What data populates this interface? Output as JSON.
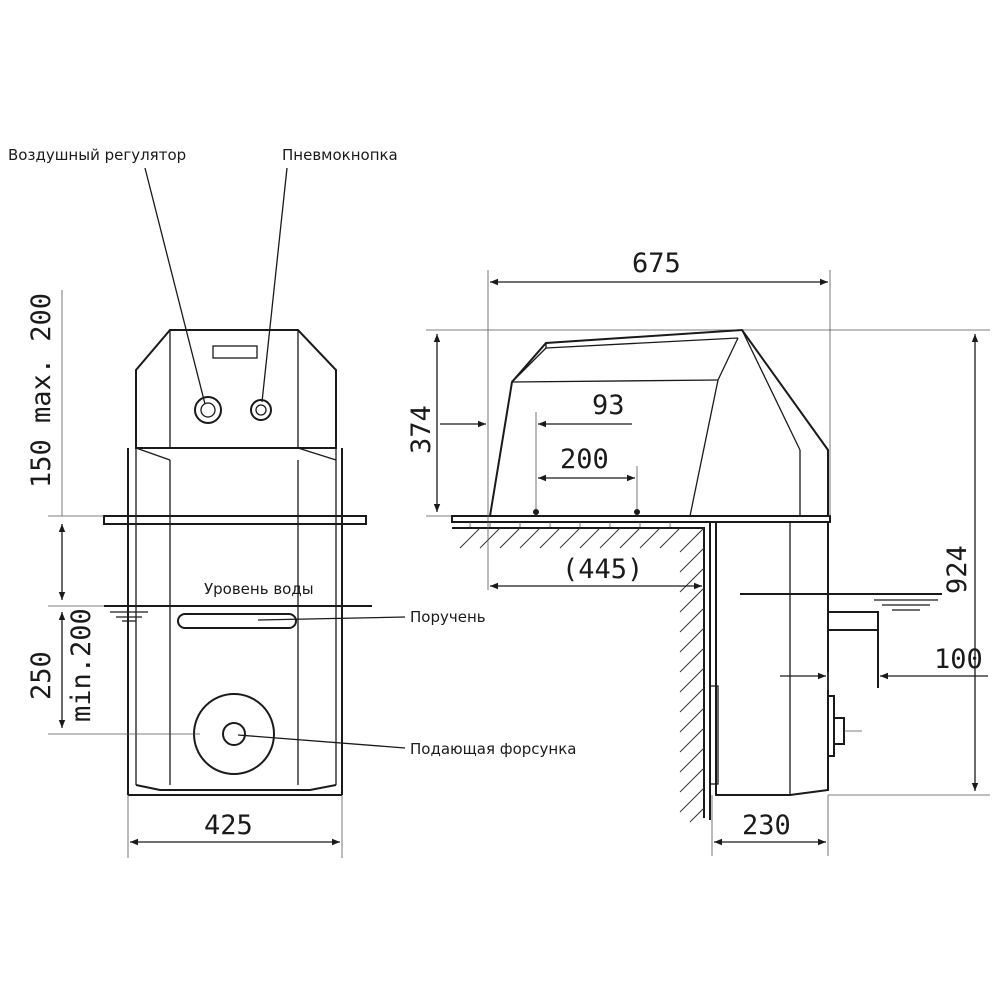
{
  "labels": {
    "air_regulator": "Воздушный регулятор",
    "pneumo_button": "Пневмокнопка",
    "water_level": "Уровень воды",
    "handrail": "Поручень",
    "supply_nozzle": "Подающая форсунка"
  },
  "dimensions": {
    "height_above": "150 max. 200",
    "depth_below": "250",
    "depth_below_min": "min.200",
    "front_width": "425",
    "total_depth": "675",
    "top_height": "374",
    "d93": "93",
    "d200": "200",
    "d445": "(445)",
    "total_height": "924",
    "d100": "100",
    "d230": "230"
  }
}
